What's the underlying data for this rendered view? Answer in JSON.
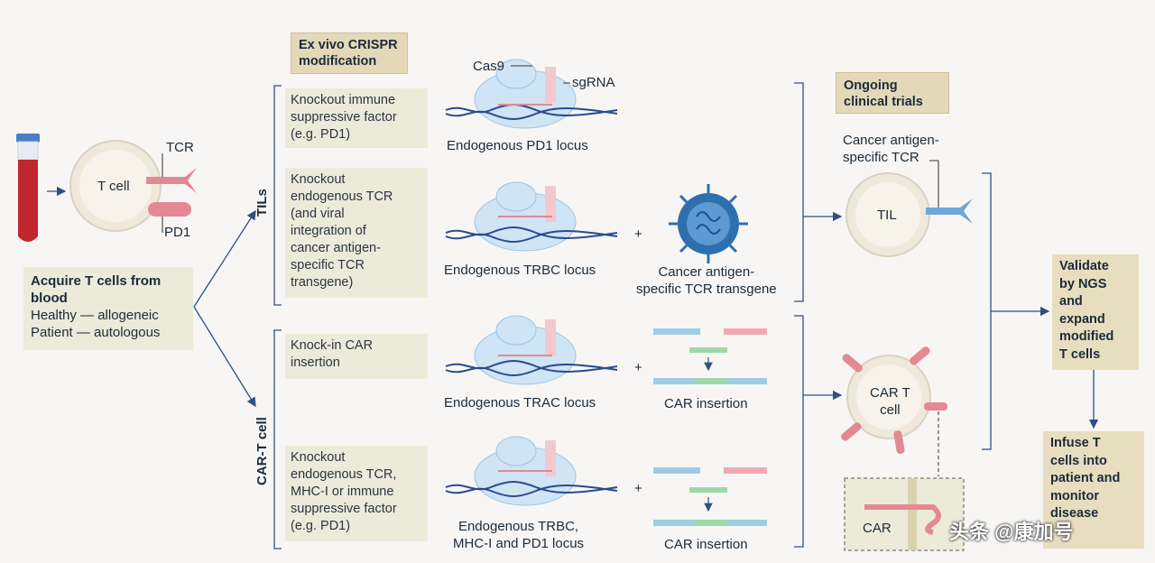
{
  "header": {
    "title": "Ex vivo CRISPR\nmodification"
  },
  "trials_label": "Ongoing\nclinical trials",
  "source": {
    "acquire_title": "Acquire T cells from\nblood",
    "healthy": "Healthy — allogeneic",
    "patient": "Patient — autologous"
  },
  "tcell": {
    "label": "T cell",
    "tcr": "TCR",
    "pd1": "PD1"
  },
  "groups": {
    "tils": "TILs",
    "cart": "CAR-T cell"
  },
  "rows": [
    {
      "desc": "Knockout immune\nsuppressive factor\n(e.g. PD1)",
      "locus": "Endogenous PD1 locus"
    },
    {
      "desc": "Knockout\nendogenous TCR\n(and viral\nintegration of\ncancer antigen-\nspecific TCR\ntransgene)",
      "locus": "Endogenous TRBC locus",
      "insert": "Cancer antigen-\nspecific TCR transgene"
    },
    {
      "desc": "Knock-in CAR\ninsertion",
      "locus": "Endogenous TRAC locus",
      "insert": "CAR insertion"
    },
    {
      "desc": "Knockout\nendogenous TCR,\nMHC-I or immune\nsuppressive factor\n(e.g. PD1)",
      "locus": "Endogenous TRBC,\nMHC-I and PD1 locus",
      "insert": "CAR insertion"
    }
  ],
  "complex_labels": {
    "cas9": "Cas9",
    "sgrna": "sgRNA"
  },
  "til": {
    "label": "TIL",
    "tcr_label": "Cancer antigen-\nspecific TCR"
  },
  "cart_cell": {
    "label": "CAR T\ncell",
    "car": "CAR"
  },
  "validate": "Validate\nby NGS\nand\nexpand\nmodified\nT cells",
  "infuse": "Infuse T\ncells into\npatient and\nmonitor\ndisease",
  "watermark": "头条 @康加号",
  "plus": "+",
  "colors": {
    "accent_blue": "#2f4f80",
    "tan": "#e3d9b9",
    "pink": "#e87f8c",
    "sky": "#cfe4f4"
  }
}
